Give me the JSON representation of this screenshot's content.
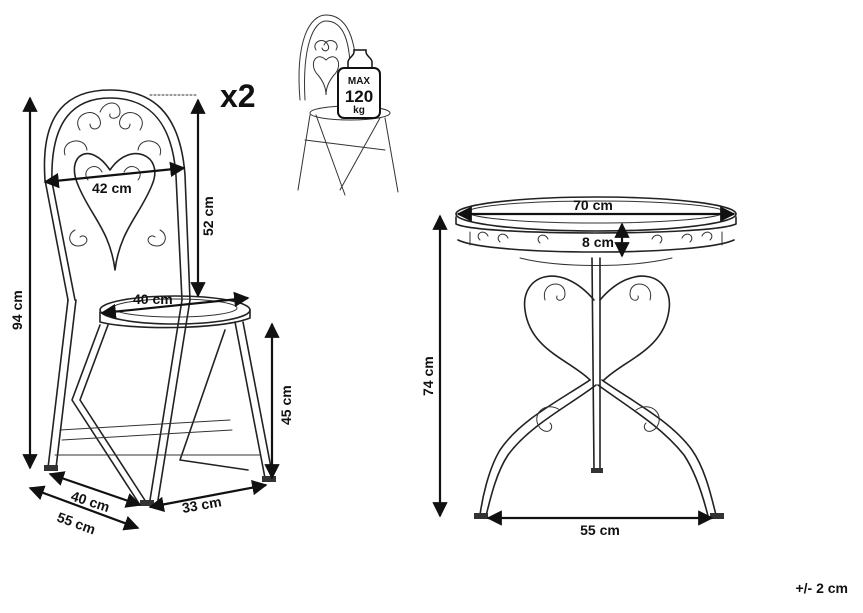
{
  "chair": {
    "quantity_label": "x2",
    "height_label": "94 cm",
    "back_width_label": "42 cm",
    "back_height_label": "52 cm",
    "seat_width_label": "40 cm",
    "seat_height_label": "45 cm",
    "depth_label": "40 cm",
    "folded_label": "55 cm",
    "base_label": "33 cm"
  },
  "weight_badge": {
    "top": "MAX",
    "value": "120",
    "unit": "kg"
  },
  "table": {
    "diameter_label": "70 cm",
    "skirt_label": "8 cm",
    "height_label": "74 cm",
    "base_label": "55 cm"
  },
  "tolerance": "+/- 2 cm"
}
